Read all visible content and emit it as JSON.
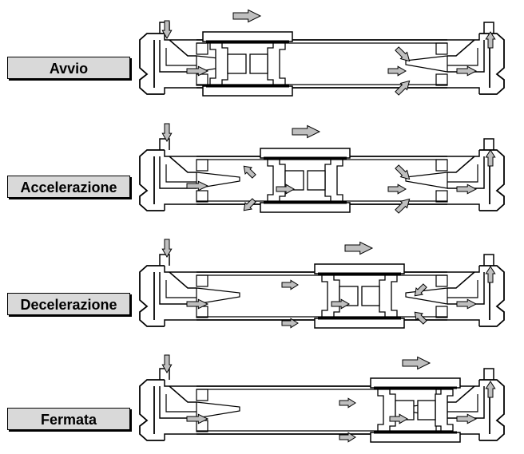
{
  "panels": [
    {
      "label": "Avvio",
      "phase": "start"
    },
    {
      "label": "Accelerazione",
      "phase": "acceleration"
    },
    {
      "label": "Decelerazione",
      "phase": "deceleration"
    },
    {
      "label": "Fermata",
      "phase": "stop"
    }
  ],
  "colors": {
    "label_bg": "#d9d9d9",
    "arrow_fill": "#bfbfbf",
    "line": "#000000"
  }
}
